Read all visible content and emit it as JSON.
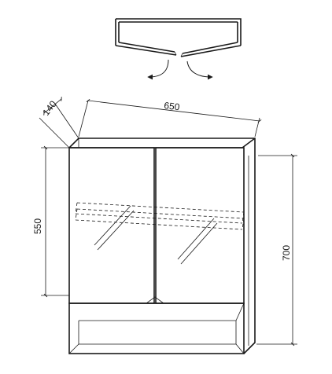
{
  "dimensions": {
    "depth": "140",
    "width": "650",
    "door_height": "550",
    "total_height": "700"
  },
  "icons": {
    "open_arrow_left": "curved-arrow-left-icon",
    "open_arrow_right": "curved-arrow-right-icon"
  }
}
